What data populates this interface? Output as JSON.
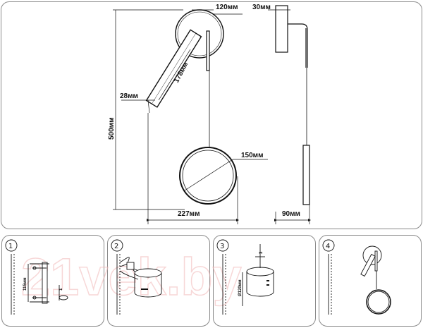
{
  "main_drawing": {
    "dimensions": {
      "ring_top_diameter": "120мм",
      "arm_length": "178мм",
      "tube_diameter": "28мм",
      "total_height": "500мм",
      "ring_bottom_diameter": "150мм",
      "total_width": "227мм"
    }
  },
  "side_drawing": {
    "dimensions": {
      "base_depth": "30мм",
      "projection": "90мм"
    }
  },
  "steps": [
    {
      "number": "1",
      "dims": {
        "height": "115мм",
        "spacing": "1"
      }
    },
    {
      "number": "2",
      "dims": {}
    },
    {
      "number": "3",
      "dims": {
        "diameter": "Ø120мм",
        "depth": "3"
      }
    },
    {
      "number": "4",
      "dims": {}
    }
  ],
  "watermark": "21vek.by"
}
